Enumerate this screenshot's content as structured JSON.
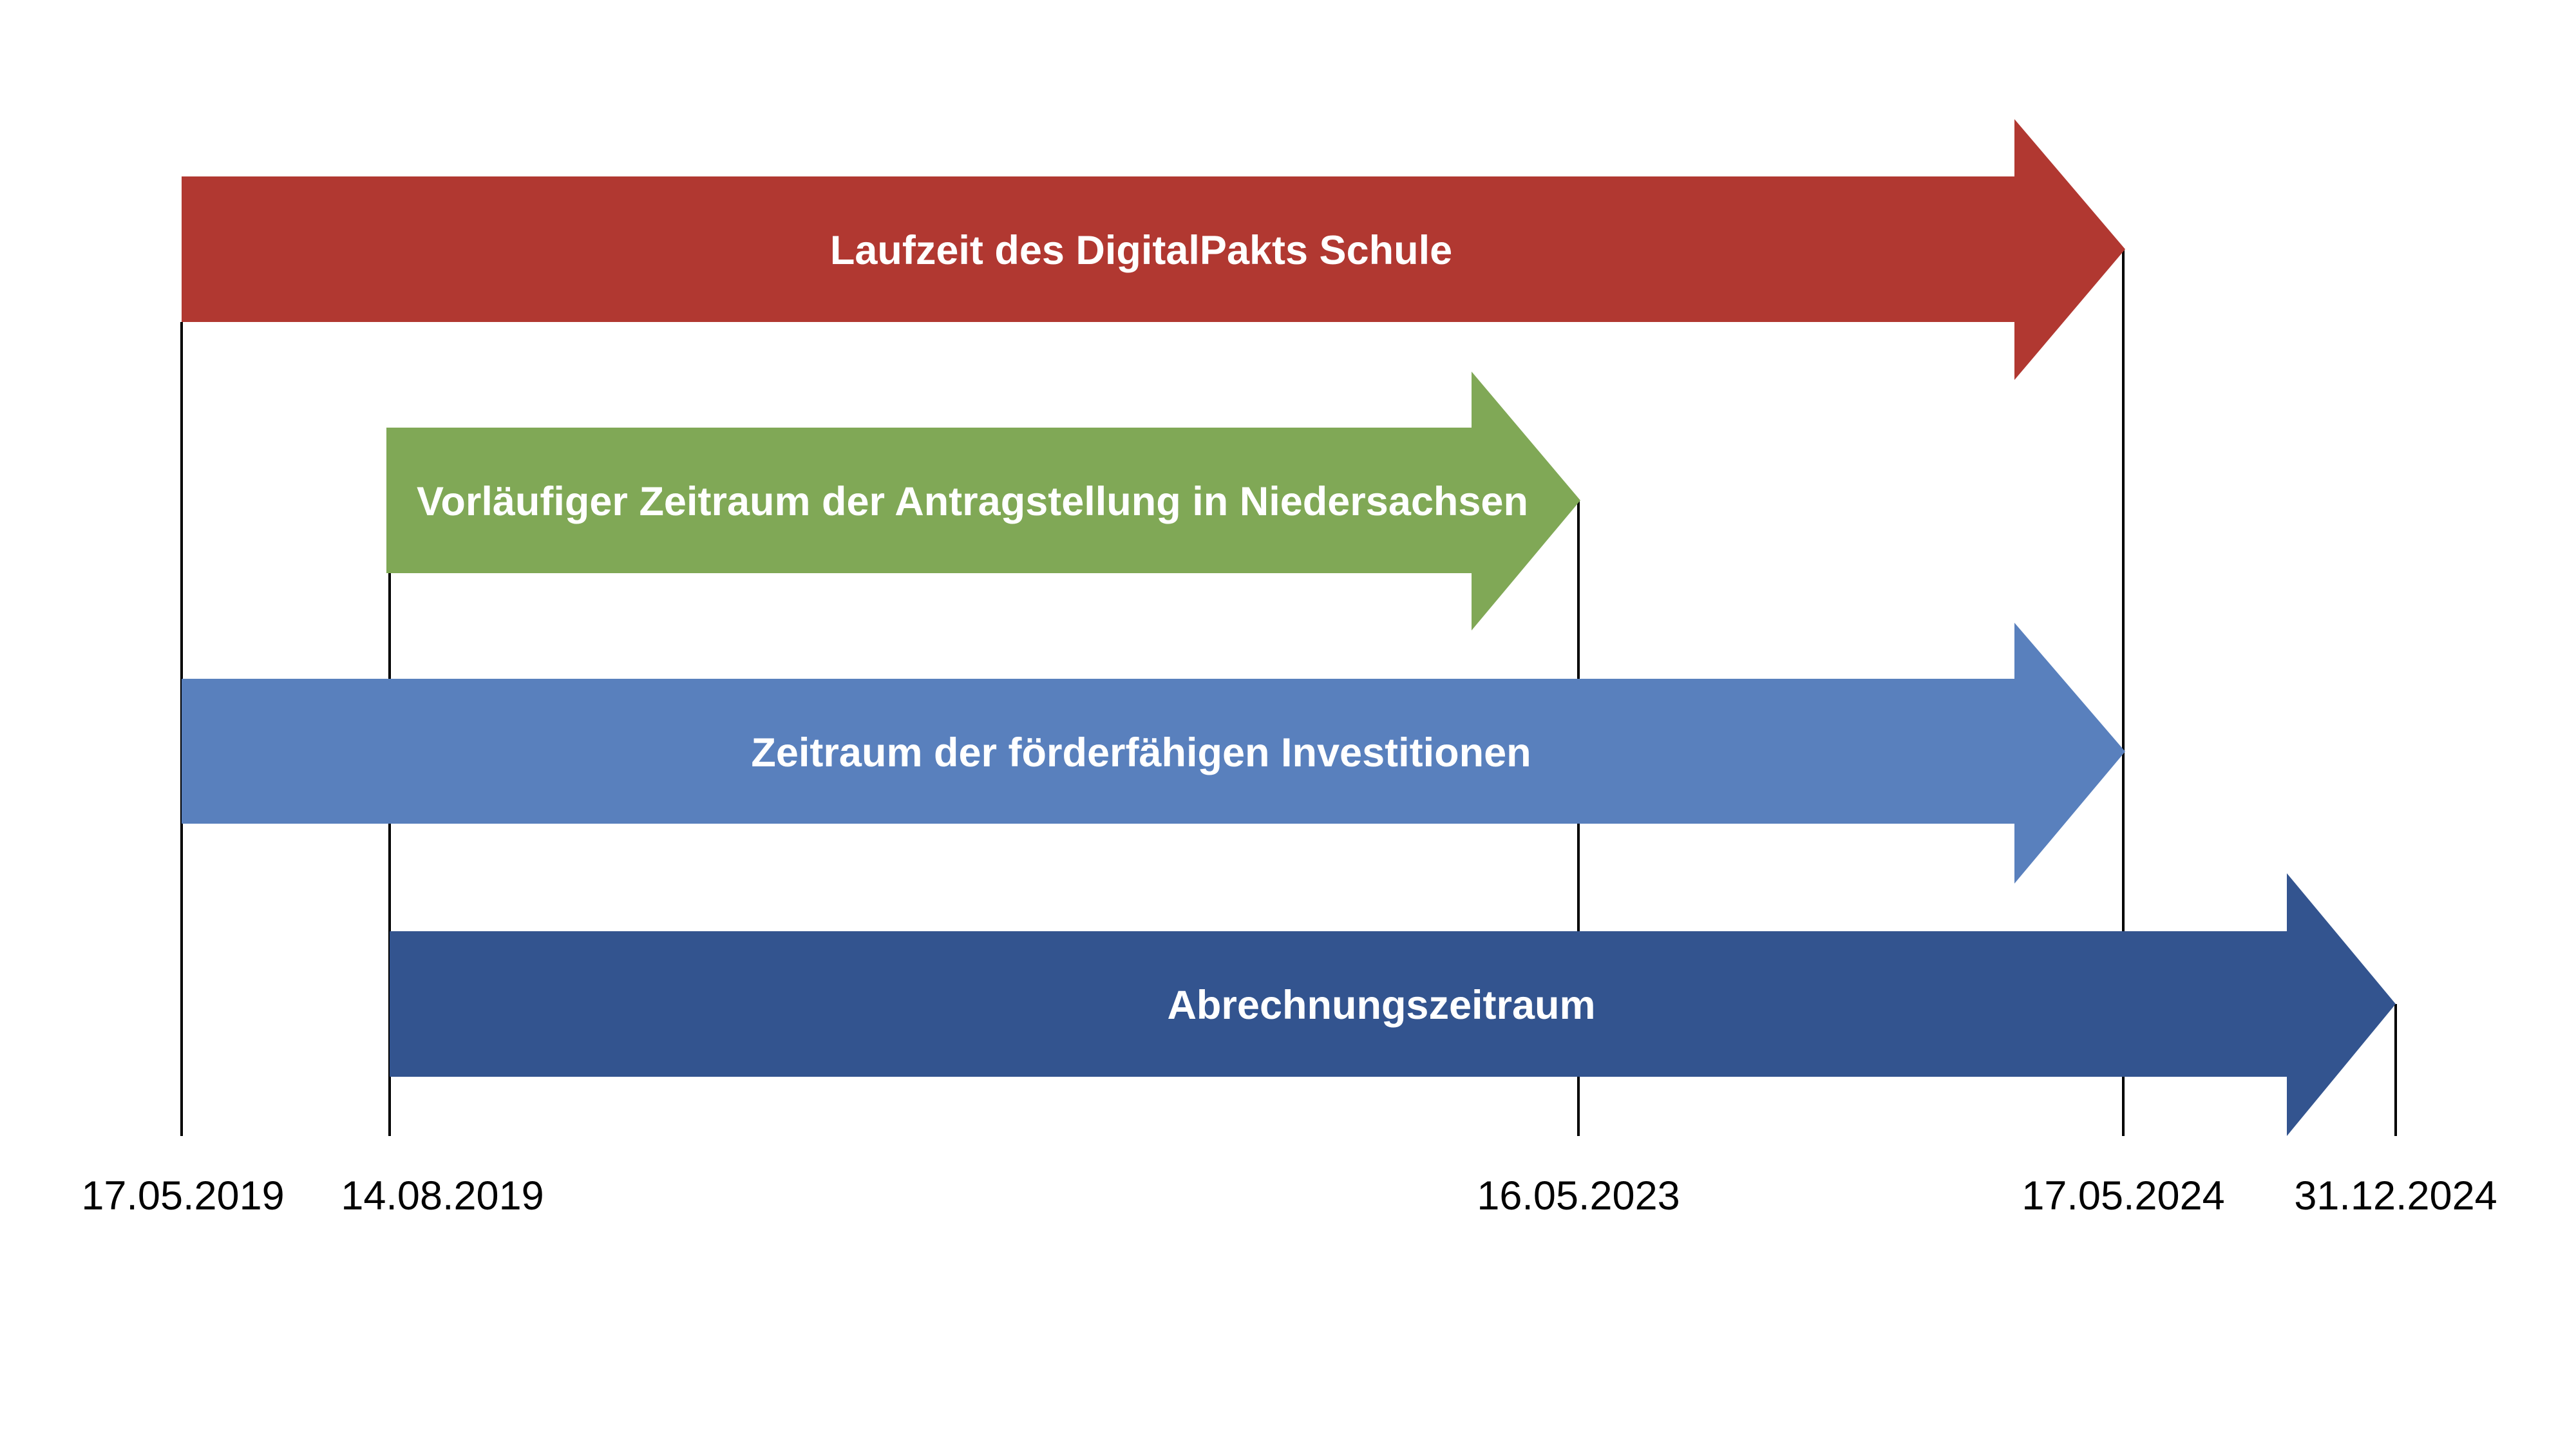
{
  "colors": {
    "red": "#b13831",
    "green": "#80a856",
    "blue": "#5980bd",
    "darkblue": "#33548f"
  },
  "arrows": [
    {
      "label": "Laufzeit des DigitalPakts Schule",
      "start": "17.05.2019",
      "end": "17.05.2024"
    },
    {
      "label": "Vorläufiger Zeitraum der Antragstellung in Niedersachsen",
      "start": "14.08.2019",
      "end": "16.05.2023"
    },
    {
      "label": "Zeitraum der förderfähigen Investitionen",
      "start": "17.05.2019",
      "end": "17.05.2024"
    },
    {
      "label": "Abrechnungszeitraum",
      "start": "14.08.2019",
      "end": "31.12.2024"
    }
  ],
  "dates": [
    "17.05.2019",
    "14.08.2019",
    "16.05.2023",
    "17.05.2024",
    "31.12.2024"
  ]
}
